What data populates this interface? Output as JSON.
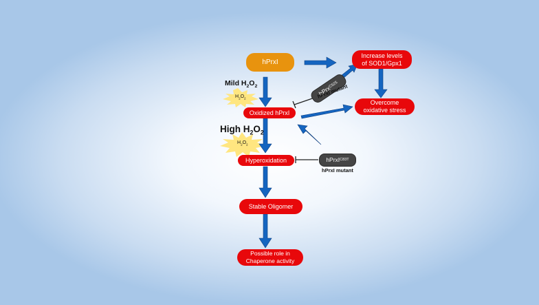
{
  "nodes": {
    "hprxi": "hPrxI",
    "increase_levels": "Increase levels\nof SOD1/Gpx1",
    "oxidized": "Oxidized hPrxI",
    "overcome": "Overcome\noxidative stress",
    "hyperoxidation": "Hyperoxidation",
    "stable_oligomer": "Stable Oligomer",
    "possible_role": "Possible role in\nChaperone activity"
  },
  "mutants": {
    "c52s_base": "hPrx",
    "c52s_sup": "C52S",
    "c83t_base": "hPrxI",
    "c83t_sup": "C83T",
    "mutant_label": "hPrxI mutant"
  },
  "conditions": {
    "mild": "Mild H",
    "high": "High  H",
    "h": "H",
    "o": "O",
    "two": "2"
  },
  "colors": {
    "red_node": "#e8080b",
    "orange_node": "#e8930e",
    "mutant_node": "#454545",
    "arrow": "#1565c0",
    "burst": "#ffe680"
  }
}
